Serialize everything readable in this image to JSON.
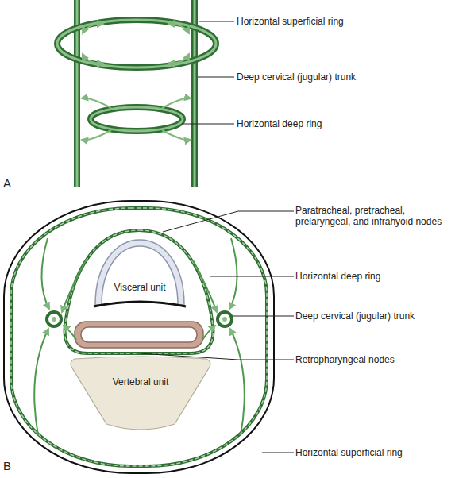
{
  "diagram": {
    "nodes": [
      {
        "text": [
          "Visceral unit"
        ]
      },
      {
        "text": [
          "Vertebral unit"
        ]
      }
    ],
    "labels": [
      "A",
      "Horizontal superficial ring",
      "Deep cervical (jugular) trunk",
      "Horizontal deep ring",
      "B",
      "Paratracheal, pretracheal, prelaryngeal, and infrahyoid nodes",
      "Horizontal deep ring",
      "Deep cervical (jugular) trunk",
      "Retropharyngeal nodes",
      "Horizontal superficial ring"
    ]
  }
}
